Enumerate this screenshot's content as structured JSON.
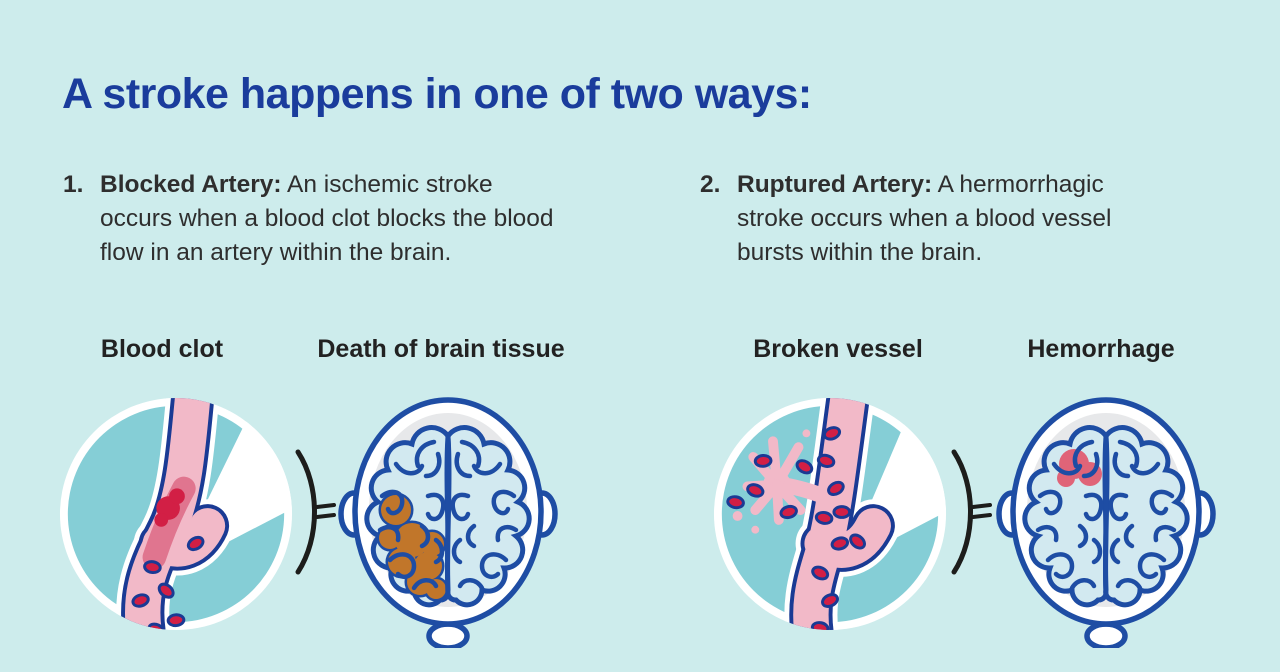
{
  "infographic": {
    "title": "A stroke happens in one of two ways:",
    "items": [
      {
        "number": "1.",
        "label": "Blocked Artery:",
        "text": " An ischemic stroke occurs when a blood clot blocks the blood flow in an artery within the brain."
      },
      {
        "number": "2.",
        "label": "Ruptured Artery:",
        "text": " A hermorrhagic stroke occurs when a blood vessel bursts within the brain."
      }
    ],
    "figures": [
      {
        "caption": "Blood clot",
        "icon": "artery-blood-clot-illustration"
      },
      {
        "caption": "Death of brain tissue",
        "icon": "brain-dead-tissue-illustration"
      },
      {
        "caption": "Broken vessel",
        "icon": "artery-broken-vessel-illustration"
      },
      {
        "caption": "Hemorrhage",
        "icon": "brain-hemorrhage-illustration"
      }
    ]
  },
  "colors": {
    "background": "#cdecec",
    "heading_blue": "#1a3c9c",
    "body_text": "#2e2e2e",
    "circle_teal": "#85ced6",
    "artery_pink": "#f2b9c8",
    "artery_dark_pink": "#e0758f",
    "blood_red": "#d21f45",
    "artery_outline_blue": "#1a3a94",
    "brain_outline_blue": "#1e4da4",
    "brain_fill": "#d2e9f0",
    "head_gray": "#e7e8ea",
    "dead_tissue_orange": "#c1762a",
    "hemorrhage_pink": "#e06478",
    "bracket_black": "#1d1d1b"
  }
}
